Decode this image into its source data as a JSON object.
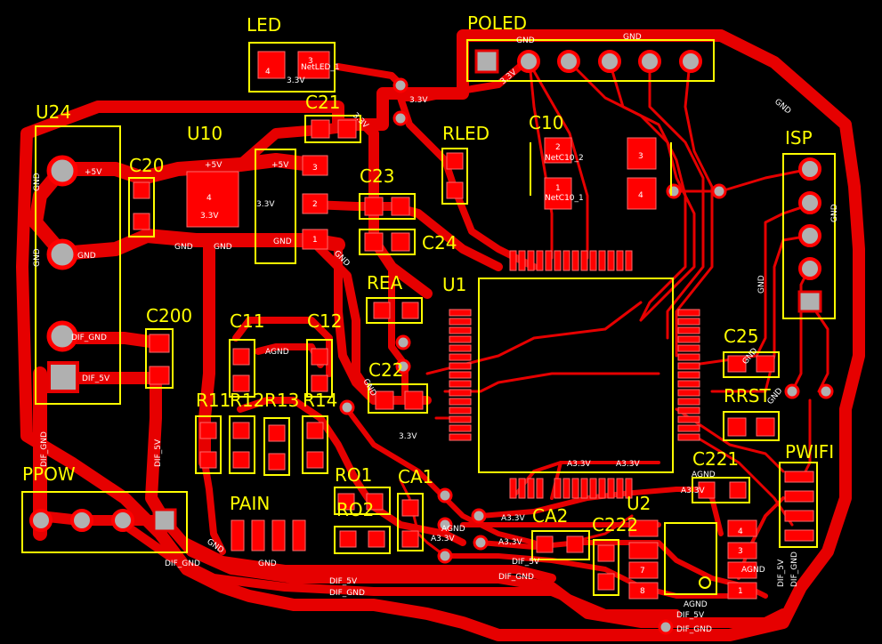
{
  "labels": {
    "led": "LED",
    "poled": "POLED",
    "c21": "C21",
    "u24": "U24",
    "u10": "U10",
    "c20": "C20",
    "rled": "RLED",
    "c10": "C10",
    "c23": "C23",
    "isp": "ISP",
    "c24": "C24",
    "rea": "REA",
    "u1": "U1",
    "c200": "C200",
    "c11": "C11",
    "c12": "C12",
    "c25": "C25",
    "c22": "C22",
    "rrst": "RRST",
    "r11": "R11",
    "r12": "R12",
    "r13": "R13",
    "r14": "R14",
    "pwifi": "PWIFI",
    "ro1": "RO1",
    "ca1": "CA1",
    "c221": "C221",
    "ppow": "PPOW",
    "pain": "PAIN",
    "ro2": "RO2",
    "u2": "U2",
    "ca2": "CA2",
    "c222": "C222"
  },
  "nets": {
    "gnd": "GND",
    "agnd": "AGND",
    "v33": "3.3V",
    "v5": "+5V",
    "a33": "A3.3V",
    "dif_gnd": "DIF_GND",
    "dif_5v": "DIF_5V",
    "dif_5v_short": "DIF_5V",
    "netled": "NetLED_1",
    "netc10_2": "NetC10_2",
    "netc10_1": "NetC10_1"
  },
  "pad_numbers": {
    "u10_4": "4",
    "u10_3": "3",
    "u10_2": "2",
    "u10_1": "1",
    "c10_3": "3",
    "c10_4": "4",
    "c10_2": "2",
    "c10_1": "1",
    "u2_3": "3",
    "u2_4": "4",
    "u2_1": "1",
    "u2_7": "7",
    "u2_8": "8",
    "led_4": "4",
    "led_3": "3"
  },
  "colors": {
    "background": "#000000",
    "copper": "#e60000",
    "silkscreen": "#ffff00",
    "via": "#b0b0b0"
  }
}
